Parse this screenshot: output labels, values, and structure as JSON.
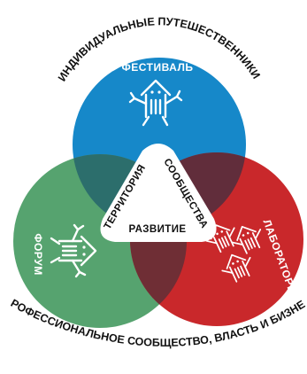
{
  "colors": {
    "festival": "#1688c9",
    "forum": "#56a36f",
    "laboratory": "#c9282b",
    "festival_forum_overlap": "#2c6e6c",
    "festival_laboratory_overlap": "#612d3b",
    "forum_laboratory_overlap": "#6f2e35",
    "core": "#ffffff",
    "text": "#111111"
  },
  "arc_labels": {
    "top": "ИНДИВИДУАЛЬНЫЕ ПУТЕШЕСТВЕННИКИ",
    "bottom": "ПРОФЕССИОНАЛЬНОЕ СООБЩЕСТВО, ВЛАСТЬ И БИЗНЕС"
  },
  "circles": {
    "festival": {
      "label": "ФЕСТИВАЛЬ",
      "icon": "house-character-icon"
    },
    "forum": {
      "label": "ФОРУМ",
      "icon": "house-character-icon"
    },
    "laboratory": {
      "label": "ЛАБОРАТОРИЯ",
      "icon": "house-characters-group-icon"
    }
  },
  "core": {
    "left": "ТЕРРИТОРИЯ",
    "right": "СООБЩЕСТВА",
    "bottom": "РАЗВИТИЕ"
  }
}
